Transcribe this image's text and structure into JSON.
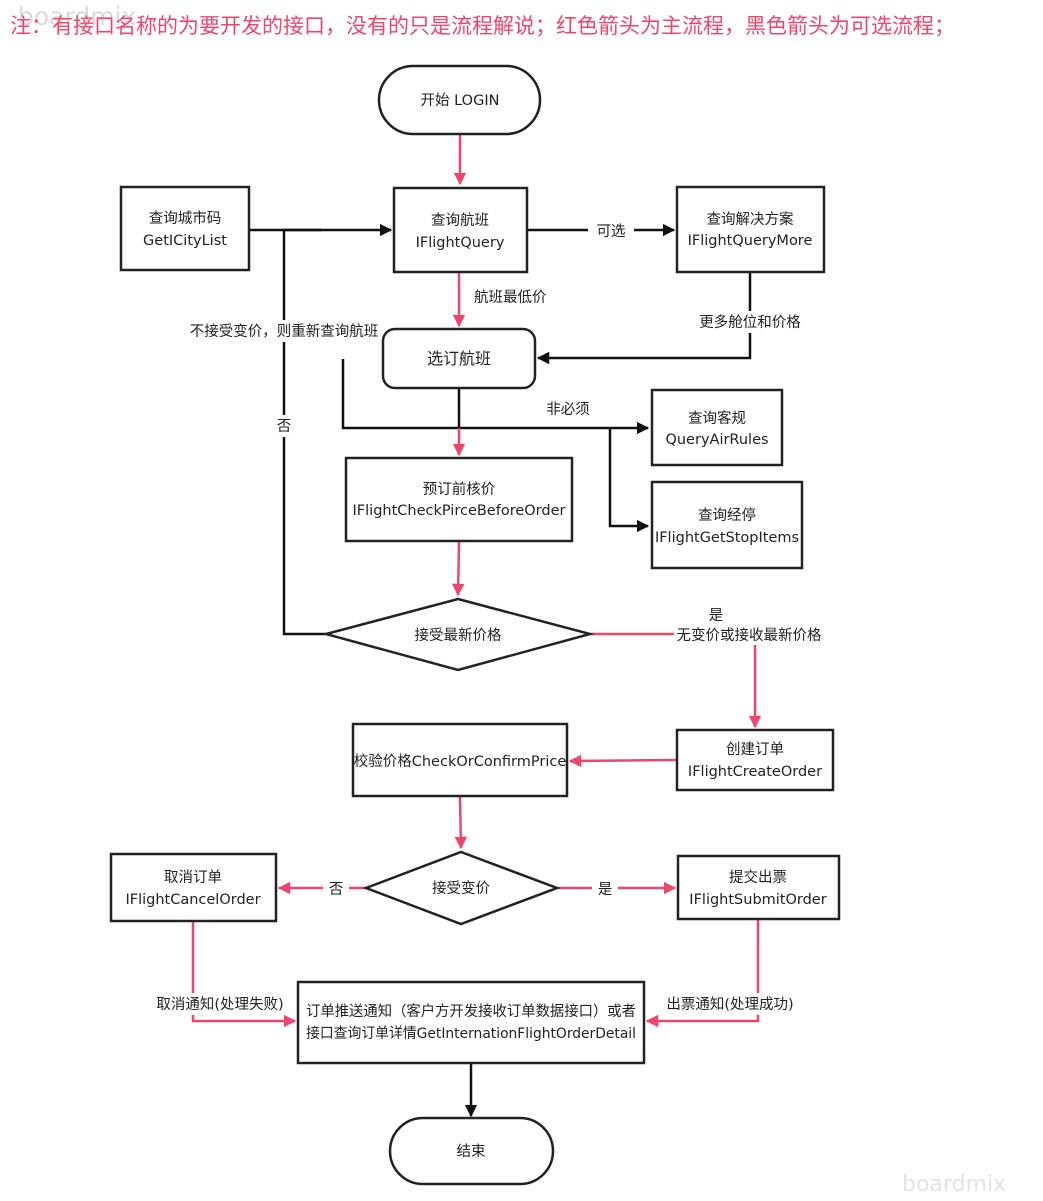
{
  "header": {
    "note": "注：有接口名称的为要开发的接口，没有的只是流程解说；红色箭头为主流程，黑色箭头为可选流程；",
    "watermark_top": "boardmix",
    "watermark_bottom": "boardmix"
  },
  "colors": {
    "main_flow": "#f0456a",
    "optional_flow": "#111111",
    "note": "#f0456a"
  },
  "nodes": {
    "start": {
      "line1": "开始 LOGIN"
    },
    "city": {
      "line1": "查询城市码",
      "line2": "GetICityList"
    },
    "query": {
      "line1": "查询航班",
      "line2": "IFlightQuery"
    },
    "query_more": {
      "line1": "查询解决方案",
      "line2": "IFlightQueryMore"
    },
    "select": {
      "line1": "选订航班"
    },
    "air_rules": {
      "line1": "查询客规",
      "line2": "QueryAirRules"
    },
    "stop_items": {
      "line1": "查询经停",
      "line2": "IFlightGetStopItems"
    },
    "check_price": {
      "line1": "预订前核价",
      "line2": "IFlightCheckPirceBeforeOrder"
    },
    "accept_latest": {
      "line1": "接受最新价格"
    },
    "create_order": {
      "line1": "创建订单",
      "line2": "IFlightCreateOrder"
    },
    "confirm_price": {
      "line1": "校验价格CheckOrConfirmPrice"
    },
    "accept_change": {
      "line1": "接受变价"
    },
    "cancel_order": {
      "line1": "取消订单",
      "line2": "IFlightCancelOrder"
    },
    "submit_order": {
      "line1": "提交出票",
      "line2": "IFlightSubmitOrder"
    },
    "notify": {
      "line1": "订单推送通知（客户方开发接收订单数据接口）或者",
      "line2": "接口查询订单详情GetInternationFlightOrderDetail"
    },
    "end": {
      "line1": "结束"
    }
  },
  "edge_labels": {
    "optional": "可选",
    "lowest_price": "航班最低价",
    "more_cabins": "更多舱位和价格",
    "not_required": "非必须",
    "reject_requery": "不接受变价，则重新查询航班",
    "no_left": "否",
    "yes_top": "是",
    "yes_bottom": "无变价或接收最新价格",
    "no_cancel": "否",
    "yes_submit": "是",
    "cancel_notify": "取消通知(处理失败)",
    "issue_notify": "出票通知(处理成功)"
  }
}
